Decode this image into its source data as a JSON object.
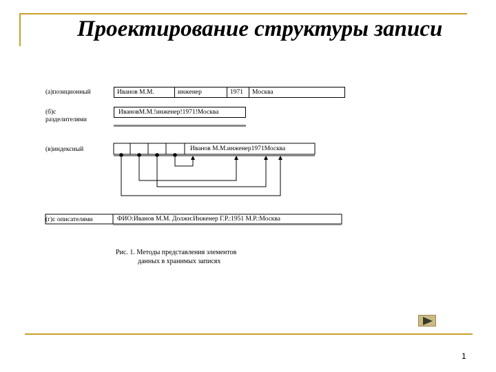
{
  "slide": {
    "title": "Проектирование структуры записи",
    "page_number": "1",
    "accent_color": "#c8a02a",
    "next_button_icon": "play-arrow-icon"
  },
  "rows": {
    "positional": {
      "label": "(а)позиционный",
      "cells": [
        "Иванов М.М.",
        "инженер",
        "1971",
        "Москва"
      ]
    },
    "delimited": {
      "label_line1": "(б)с",
      "label_line2": "разделителями",
      "value": "ИвановМ.М.!инженер!1971!Москва"
    },
    "indexed": {
      "label": "(в)индексный",
      "value": "Иванов М.М.инженер1971Москва"
    },
    "descriptors": {
      "label": "(г)с описателями",
      "value": "ФИО:Иванов М.М.  Должн:Инженер  Г.Р.:1951 М.Р.:Москва"
    }
  },
  "caption": {
    "line1": "Рис. 1. Методы представления элементов",
    "line2": "данных в хранимых записях"
  }
}
